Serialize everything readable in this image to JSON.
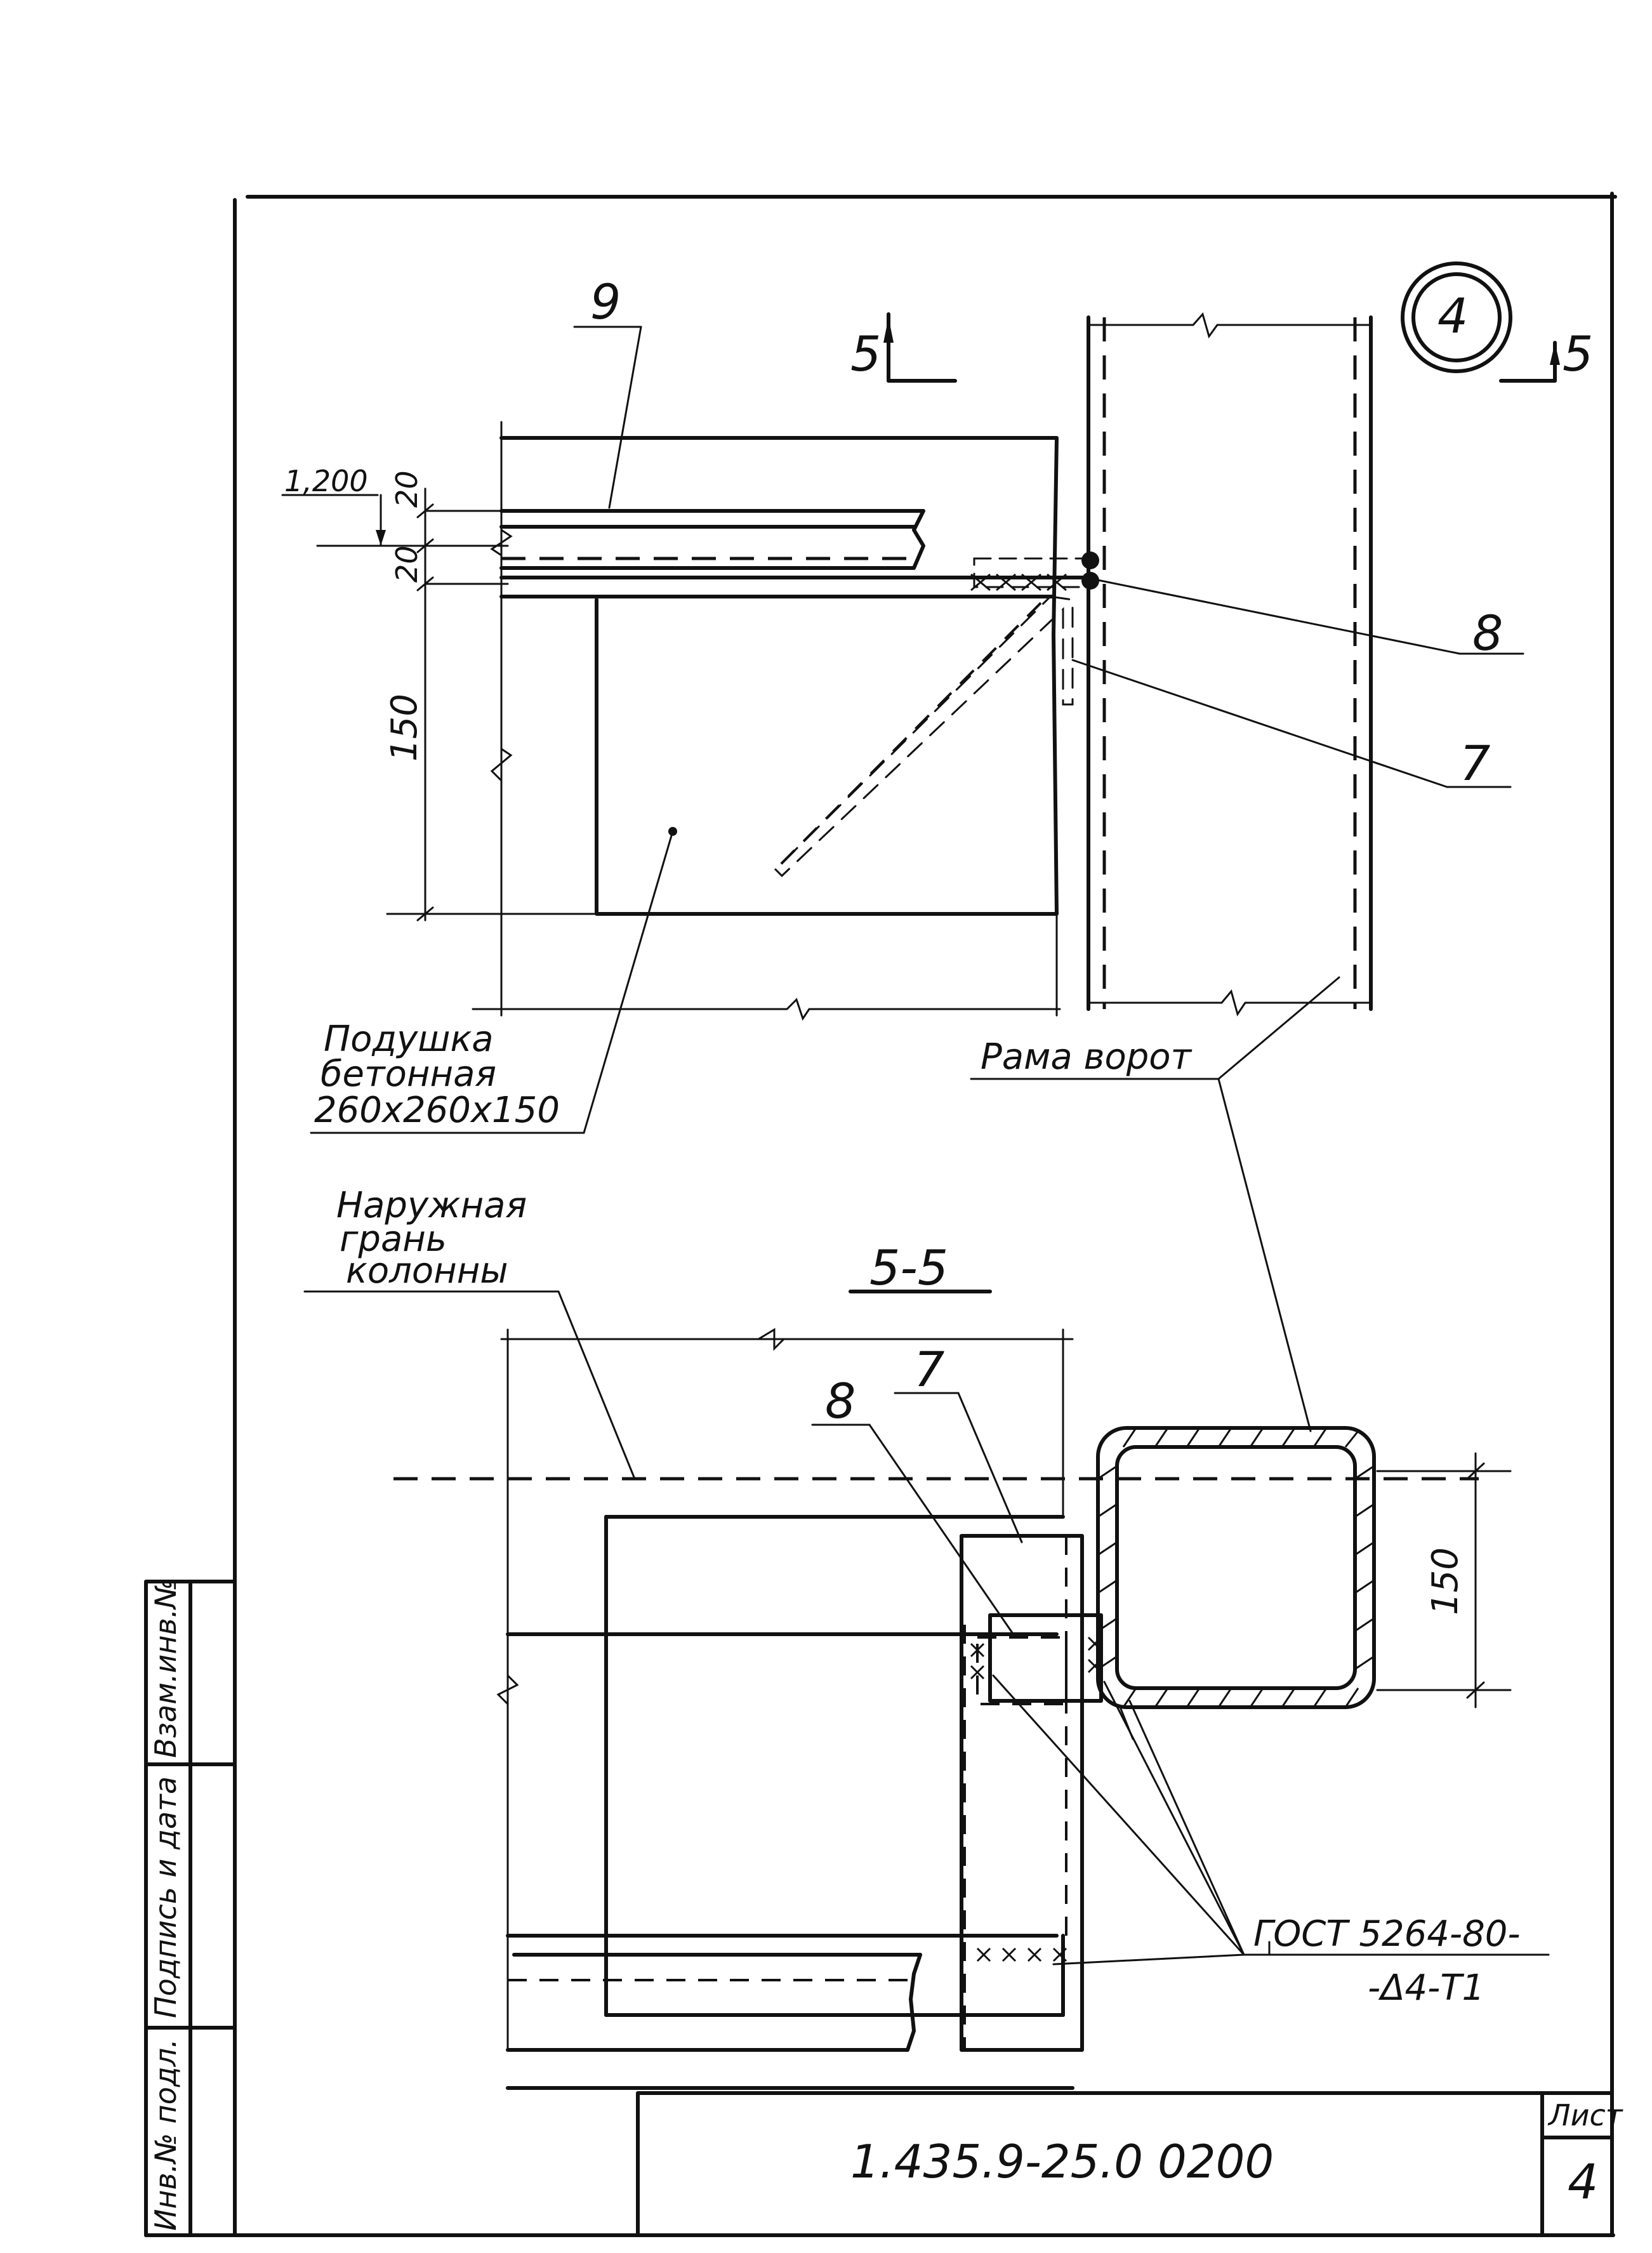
{
  "drawing": {
    "node_number": "4",
    "section_mark": "5",
    "section_title": "5-5",
    "callouts": [
      "9",
      "8",
      "7",
      "8",
      "7"
    ],
    "levels": {
      "top_mark": "1,200"
    },
    "dimensions": {
      "top_20a": "20",
      "top_20b": "20",
      "height_150": "150",
      "tube_150": "150"
    },
    "notes": {
      "cushion_line1": "Подушка",
      "cushion_line2": "бетонная",
      "cushion_line3": "260х260х150",
      "frame": "Рама ворот",
      "outer_line1": "Наружная",
      "outer_line2": "грань",
      "outer_line3": "колонны",
      "weld_line1": "ГОСТ 5264-80-",
      "weld_line2": "-Δ4-Т1"
    }
  },
  "title_block": {
    "document_code": "1.435.9-25.0 0200",
    "sheet_label": "Лист",
    "sheet_number": "4"
  },
  "side_stamp": {
    "inv_original": "Инв.№ подл.",
    "signature_date": "Подпись и дата",
    "replace_inv": "Взам.инв.№"
  }
}
